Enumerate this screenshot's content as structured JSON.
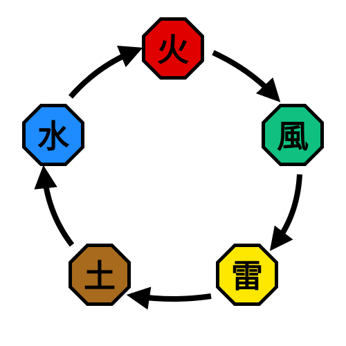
{
  "elements": [
    {
      "id": "fire",
      "glyph": "火",
      "color": "#e00000"
    },
    {
      "id": "wind",
      "glyph": "風",
      "color": "#10c080"
    },
    {
      "id": "lightning",
      "glyph": "雷",
      "color": "#ffe800"
    },
    {
      "id": "earth",
      "glyph": "土",
      "color": "#a86a1c"
    },
    {
      "id": "water",
      "glyph": "水",
      "color": "#1e8cff"
    }
  ],
  "cycle": [
    {
      "from": "fire",
      "to": "wind"
    },
    {
      "from": "wind",
      "to": "lightning"
    },
    {
      "from": "lightning",
      "to": "earth"
    },
    {
      "from": "earth",
      "to": "water"
    },
    {
      "from": "water",
      "to": "fire"
    }
  ]
}
